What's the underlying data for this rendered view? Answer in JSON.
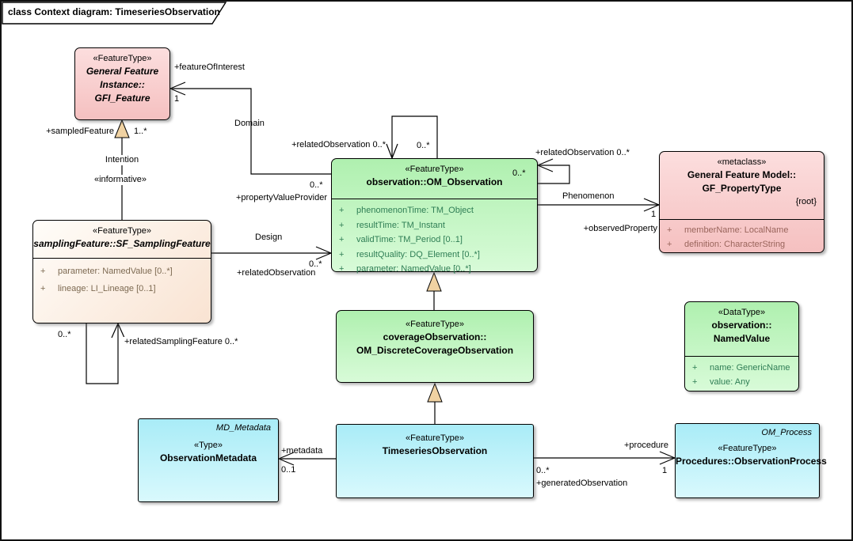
{
  "frame": {
    "title": "class Context diagram: TimeseriesObservation"
  },
  "colors": {
    "pink_fill": "#f5c0c0",
    "green_fill": "#aff0af",
    "cyan_fill": "#a9ecf7",
    "peach_fill": "#f9e3d2",
    "generalization_arrow_fill": "#f0d2a2",
    "attribute_text_green": "#2f7e55",
    "attribute_text_brown": "#7d6a52",
    "attribute_text_red": "#9a655c"
  },
  "classes": {
    "gfi_feature": {
      "stereotype": "«FeatureType»",
      "name_lines": [
        "General Feature",
        "Instance::",
        "GFI_Feature"
      ]
    },
    "sf_samplingfeature": {
      "stereotype": "«FeatureType»",
      "name": "samplingFeature::SF_SamplingFeature",
      "attributes": [
        {
          "vis": "+",
          "text": "parameter: NamedValue [0..*]"
        },
        {
          "vis": "+",
          "text": "lineage: LI_Lineage [0..1]"
        }
      ]
    },
    "om_observation": {
      "stereotype": "«FeatureType»",
      "name": "observation::OM_Observation",
      "attributes": [
        {
          "vis": "+",
          "text": "phenomenonTime: TM_Object"
        },
        {
          "vis": "+",
          "text": "resultTime: TM_Instant"
        },
        {
          "vis": "+",
          "text": "validTime: TM_Period [0..1]"
        },
        {
          "vis": "+",
          "text": "resultQuality: DQ_Element [0..*]"
        },
        {
          "vis": "+",
          "text": "parameter: NamedValue [0..*]"
        }
      ]
    },
    "gf_propertytype": {
      "stereotype": "«metaclass»",
      "name_lines": [
        "General Feature Model::",
        "GF_PropertyType"
      ],
      "tag": "{root}",
      "attributes": [
        {
          "vis": "+",
          "text": "memberName: LocalName"
        },
        {
          "vis": "+",
          "text": "definition: CharacterString"
        }
      ]
    },
    "om_discretecoverageobservation": {
      "stereotype": "«FeatureType»",
      "name_lines": [
        "coverageObservation::",
        "OM_DiscreteCoverageObservation"
      ]
    },
    "namedvalue": {
      "stereotype": "«DataType»",
      "name_lines": [
        "observation::",
        "NamedValue"
      ],
      "attributes": [
        {
          "vis": "+",
          "text": "name: GenericName"
        },
        {
          "vis": "+",
          "text": "value: Any"
        }
      ]
    },
    "timeseriesobservation": {
      "stereotype": "«FeatureType»",
      "name": "TimeseriesObservation"
    },
    "observationmetadata": {
      "classifier": "MD_Metadata",
      "stereotype": "«Type»",
      "name": "ObservationMetadata"
    },
    "observationprocess": {
      "classifier": "OM_Process",
      "stereotype": "«FeatureType»",
      "name": "Procedures::ObservationProcess"
    }
  },
  "connector_labels": {
    "sampled_feature_role": "+sampledFeature",
    "sampled_feature_mult": "1..*",
    "intention_name": "Intention",
    "informative_stereotype": "«informative»",
    "feature_of_interest_role": "+featureOfInterest",
    "feature_of_interest_mult": "1",
    "domain_name": "Domain",
    "property_value_provider_mult": "0..*",
    "property_value_provider_role": "+propertyValueProvider",
    "design_name": "Design",
    "design_mult": "0..*",
    "design_role": "+relatedObservation",
    "related_observation_top_role": "+relatedObservation 0..*",
    "related_observation_top_mult": "0..*",
    "related_observation_right_role": "+relatedObservation 0..*",
    "related_observation_right_mult": "0..*",
    "phenomenon_name": "Phenomenon",
    "observed_property_mult": "1",
    "observed_property_role": "+observedProperty",
    "related_sampling_feature_mult": "0..*",
    "related_sampling_feature_role": "+relatedSamplingFeature 0..*",
    "metadata_role": "+metadata",
    "metadata_mult": "0..1",
    "procedure_role": "+procedure",
    "procedure_mult": "1",
    "generated_observation_mult": "0..*",
    "generated_observation_role": "+generatedObservation"
  }
}
